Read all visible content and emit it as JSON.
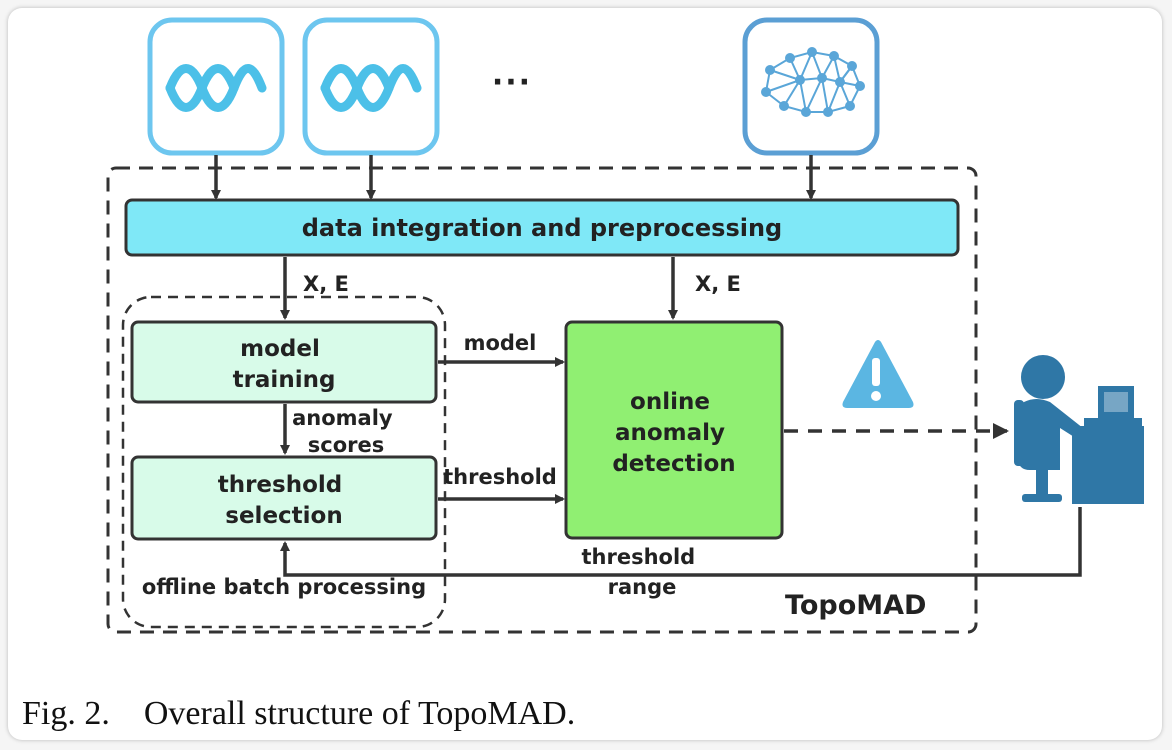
{
  "sources": [
    {
      "icon": "waveform-icon"
    },
    {
      "icon": "waveform-icon"
    },
    {
      "icon": "network-graph-icon"
    }
  ],
  "ellipsis": "···",
  "preprocess_label": "data integration and preprocessing",
  "input_label_left": "X, E",
  "input_label_right": "X, E",
  "model_training": [
    "model",
    "training"
  ],
  "anomaly_scores": [
    "anomaly",
    "scores"
  ],
  "threshold_selection": [
    "threshold",
    "selection"
  ],
  "offline_label": "offline batch processing",
  "edge_model": "model",
  "edge_threshold": "threshold",
  "online_detection": [
    "online",
    "anomaly",
    "detection"
  ],
  "threshold_range": [
    "threshold",
    "range"
  ],
  "system_label": "TopoMAD",
  "warning_icon": "warning-icon",
  "operator_icon": "operator-workstation-icon",
  "caption": "Fig. 2.    Overall structure of TopoMAD."
}
